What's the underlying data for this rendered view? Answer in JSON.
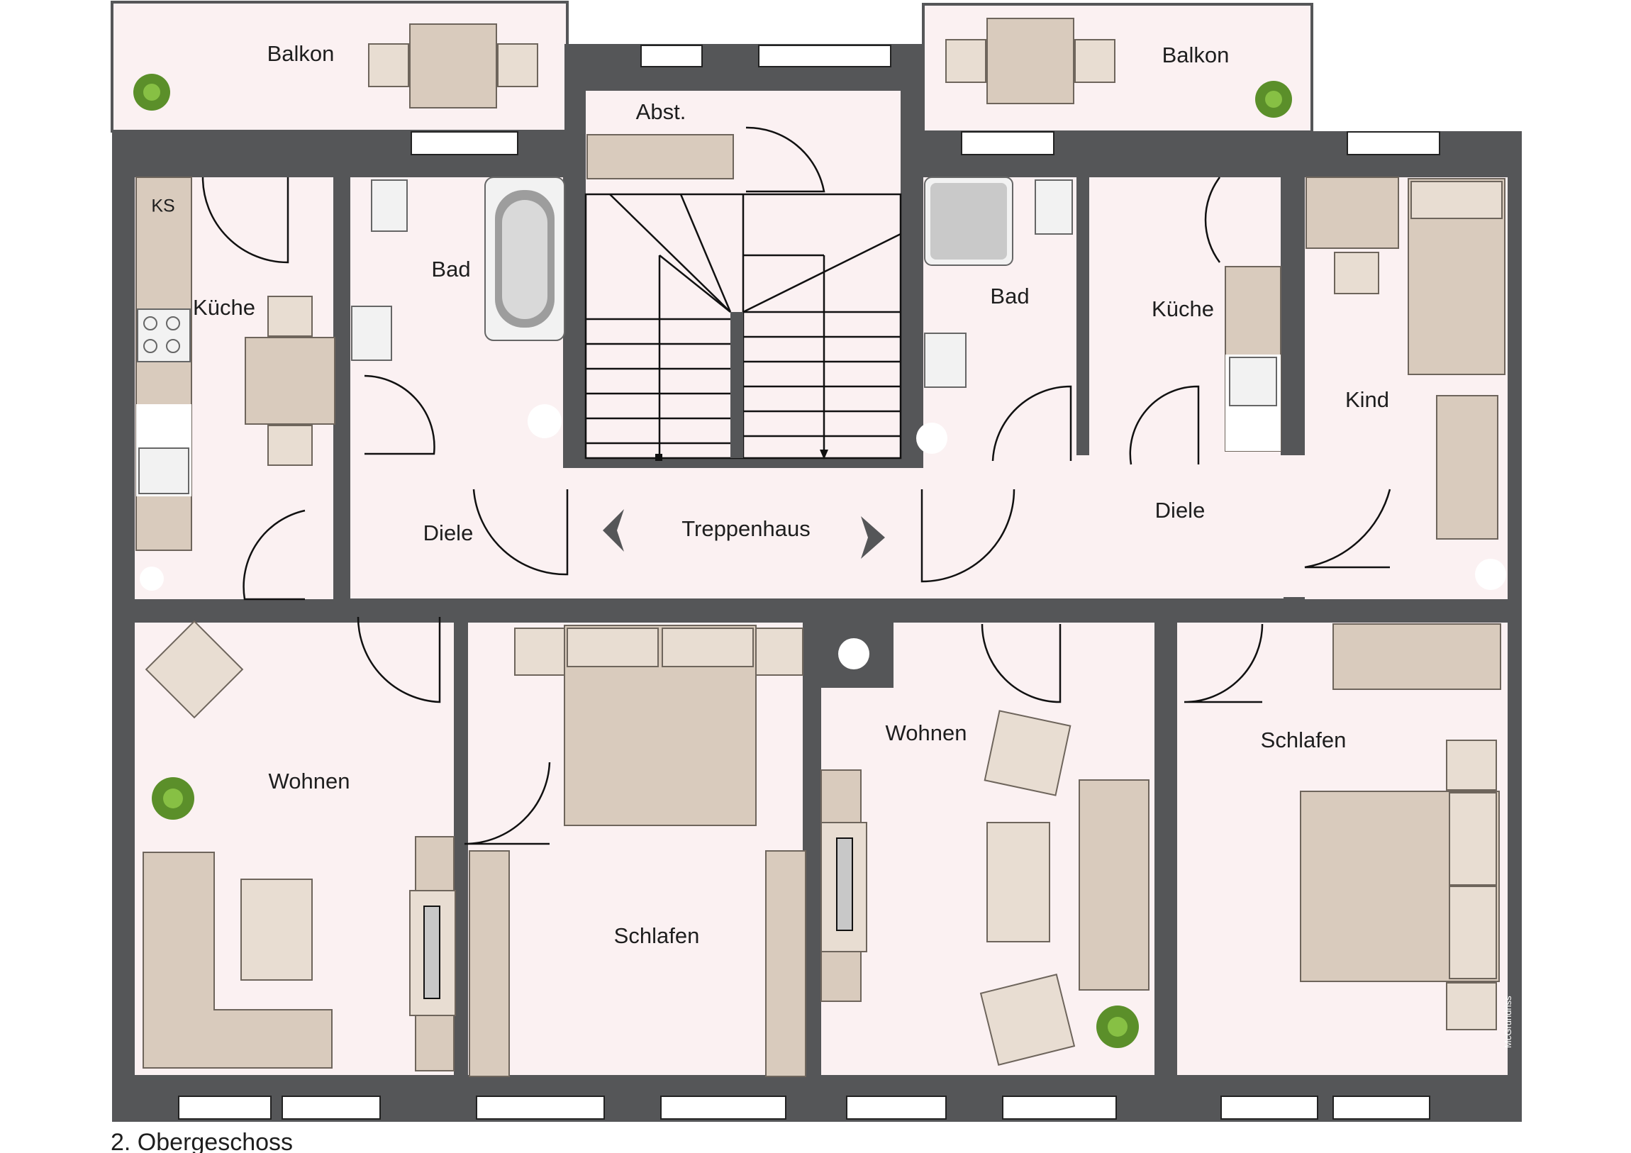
{
  "rooms": {
    "balkon_left": "Balkon",
    "balkon_right": "Balkon",
    "abst": "Abst.",
    "ks": "KS",
    "kueche_left": "Küche",
    "bad_left": "Bad",
    "bad_right": "Bad",
    "kueche_right": "Küche",
    "kind": "Kind",
    "diele_left": "Diele",
    "treppenhaus": "Treppenhaus",
    "diele_right": "Diele",
    "wohnen_left": "Wohnen",
    "schlafen_left": "Schlafen",
    "wohnen_right": "Wohnen",
    "schlafen_right": "Schlafen"
  },
  "credit": "McGrundriss",
  "caption": "2. Obergeschoss",
  "colors": {
    "wall": "#555658",
    "floor": "#fbf1f2",
    "furniture": "#d9cbbd",
    "plant": "#5b8f2a"
  },
  "icons": [
    "plant-icon",
    "stair-arrow-left-icon",
    "stair-arrow-right-icon",
    "stove-icon",
    "sink-icon",
    "bathtub-icon",
    "shower-icon"
  ]
}
